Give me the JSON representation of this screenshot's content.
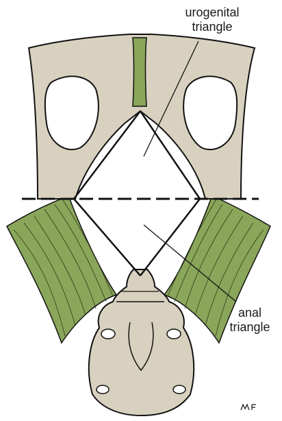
{
  "labels": {
    "urogenital_line1": "urogenital",
    "urogenital_line2": "triangle",
    "anal_line1": "anal",
    "anal_line2": "triangle"
  },
  "signature": "MF",
  "colors": {
    "bone_fill": "#d9d1bf",
    "muscle_fill": "#8aa65a",
    "outline": "#111111",
    "background": "#ffffff"
  }
}
